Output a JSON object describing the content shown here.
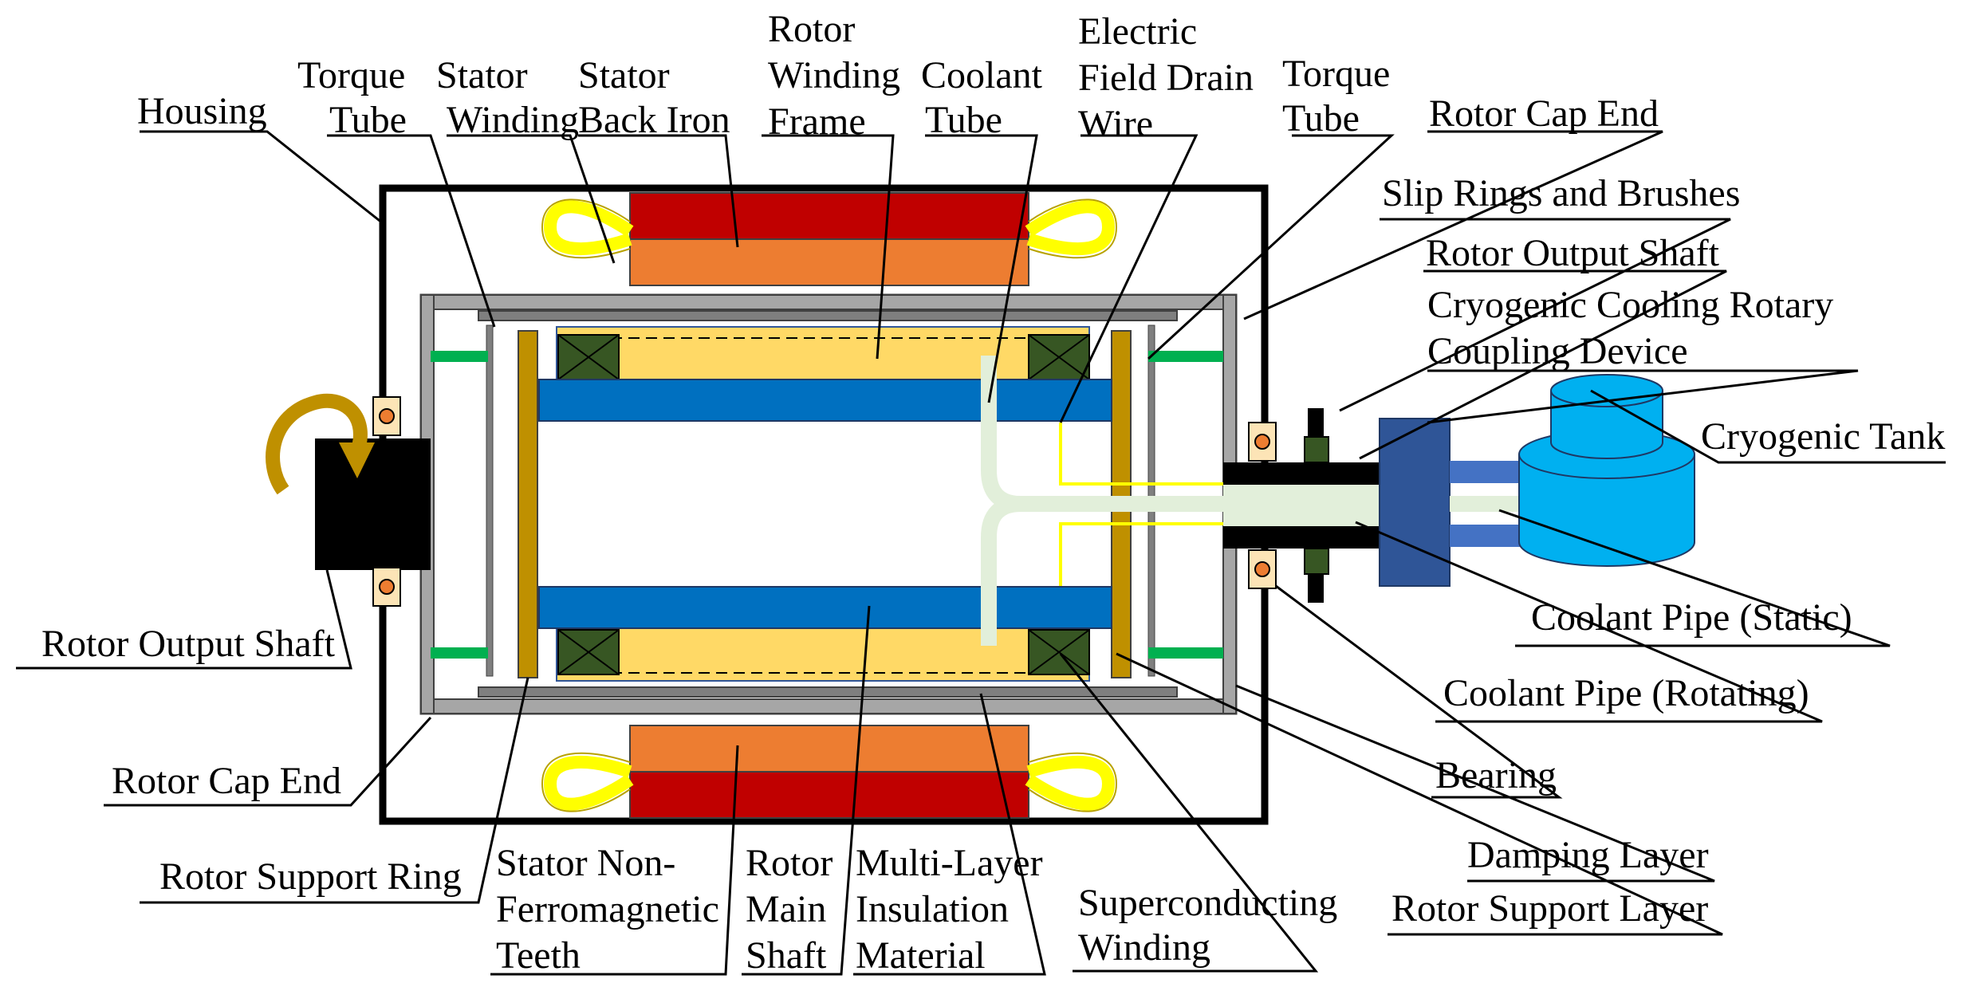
{
  "labels": {
    "housing": "Housing",
    "torque_tube_left": [
      "Torque",
      "Tube"
    ],
    "stator_winding": [
      "Stator",
      "Winding"
    ],
    "stator_back_iron": [
      "Stator",
      "Back Iron"
    ],
    "rotor_winding_frame": [
      "Rotor",
      "Winding",
      "Frame"
    ],
    "coolant_tube": [
      "Coolant",
      "Tube"
    ],
    "electric_field_drain_wire": [
      "Electric",
      "Field Drain",
      "Wire"
    ],
    "torque_tube_right": [
      "Torque",
      "Tube"
    ],
    "rotor_cap_end_top": "Rotor Cap End",
    "slip_rings_and_brushes": "Slip Rings and Brushes",
    "rotor_output_shaft_right": "Rotor Output Shaft",
    "cryogenic_cooling_rotary_coupling": [
      "Cryogenic Cooling Rotary",
      "Coupling Device"
    ],
    "cryogenic_tank": "Cryogenic Tank",
    "coolant_pipe_static": "Coolant Pipe (Static)",
    "coolant_pipe_rotating": "Coolant Pipe (Rotating)",
    "bearing": "Bearing",
    "damping_layer": "Damping Layer",
    "rotor_support_layer": "Rotor Support Layer",
    "rotor_output_shaft_left": "Rotor Output Shaft",
    "rotor_cap_end_bottom": "Rotor Cap End",
    "rotor_support_ring": "Rotor Support Ring",
    "stator_non_ferromagnetic_teeth": [
      "Stator Non-",
      "Ferromagnetic",
      "Teeth"
    ],
    "rotor_main_shaft": [
      "Rotor",
      "Main",
      "Shaft"
    ],
    "multi_layer_insulation": [
      "Multi-Layer",
      "Insulation",
      "Material"
    ],
    "superconducting_winding": [
      "Superconducting",
      "Winding"
    ]
  },
  "colors": {
    "back_iron_red": "#c00000",
    "stator_winding_orange": "#ed7d31",
    "end_winding_yellow": "#ffff00",
    "rotor_winding_frame_yellow": "#ffd966",
    "rotor_main_shaft_blue": "#0070c0",
    "superconducting_coil_green": "#375623",
    "coolant_light_green": "#e2efda",
    "support_ring_gold": "#bf9000",
    "damping_layer_green": "#00b050",
    "cap_end_grey": "#a6a6a6",
    "coupling_blue": "#2f5597",
    "coolant_pipe_blue": "#4472c4",
    "cryogenic_tank_cyan": "#00b0f0",
    "bearing_cream": "#fce4b6",
    "bearing_orange": "#ed7d31"
  }
}
